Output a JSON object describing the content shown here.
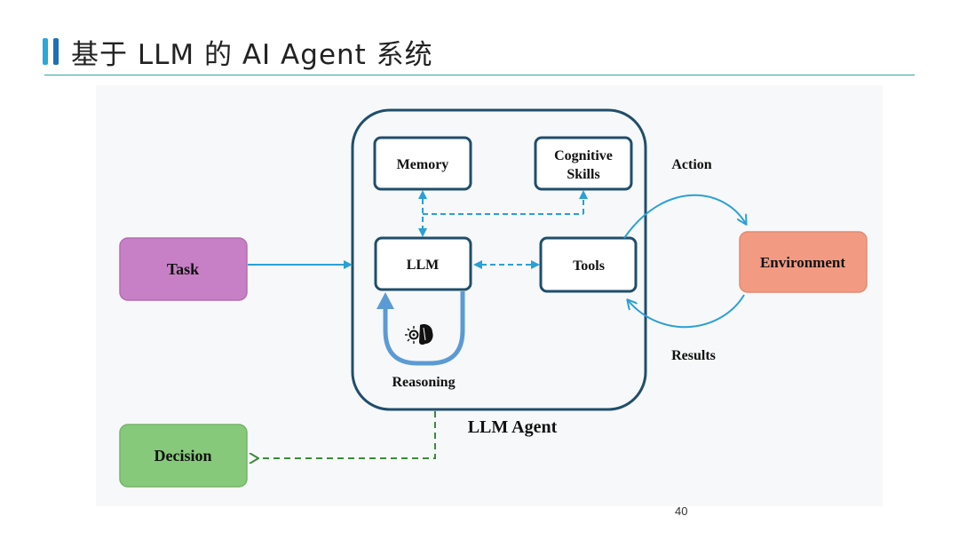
{
  "slide": {
    "title": "基于 LLM 的 AI Agent 系统",
    "page_number": "40"
  },
  "diagram": {
    "agent_container_label": "LLM Agent",
    "nodes": {
      "memory": "Memory",
      "cognitive_line1": "Cognitive",
      "cognitive_line2": "Skills",
      "llm": "LLM",
      "tools": "Tools",
      "task": "Task",
      "environment": "Environment",
      "decision": "Decision"
    },
    "edge_labels": {
      "reasoning": "Reasoning",
      "action": "Action",
      "results": "Results"
    },
    "colors": {
      "task_fill": "#c780c6",
      "environment_fill": "#f29b82",
      "decision_fill": "#86c97a",
      "box_stroke": "#1f4e6b",
      "arrow_blue": "#2aa0d6",
      "reasoning_arrow": "#5b9bd5",
      "decision_arrow": "#3c8b3c"
    },
    "icons": [
      "brain-gear-icon"
    ]
  }
}
